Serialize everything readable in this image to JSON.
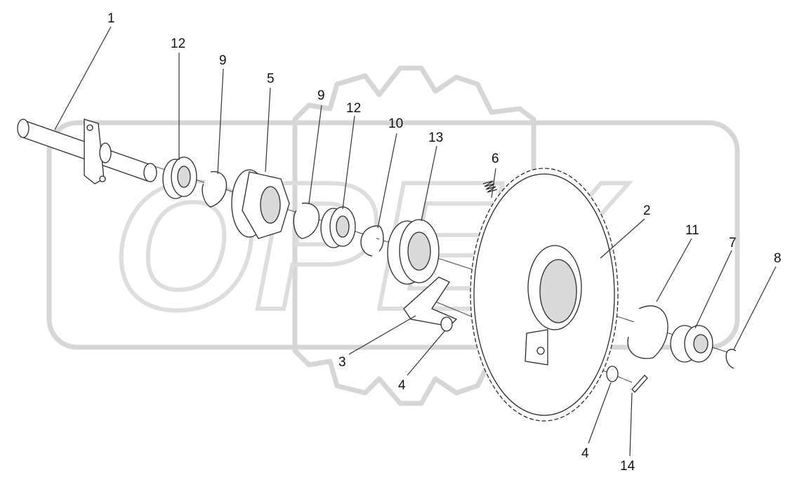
{
  "watermark": {
    "brand_text": "OPEX"
  },
  "callouts": [
    {
      "id": "c1",
      "label": "1"
    },
    {
      "id": "c12a",
      "label": "12"
    },
    {
      "id": "c9a",
      "label": "9"
    },
    {
      "id": "c5",
      "label": "5"
    },
    {
      "id": "c9b",
      "label": "9"
    },
    {
      "id": "c12b",
      "label": "12"
    },
    {
      "id": "c10",
      "label": "10"
    },
    {
      "id": "c13",
      "label": "13"
    },
    {
      "id": "c6",
      "label": "6"
    },
    {
      "id": "c2",
      "label": "2"
    },
    {
      "id": "c11",
      "label": "11"
    },
    {
      "id": "c7",
      "label": "7"
    },
    {
      "id": "c8",
      "label": "8"
    },
    {
      "id": "c3",
      "label": "3"
    },
    {
      "id": "c4a",
      "label": "4"
    },
    {
      "id": "c4b",
      "label": "4"
    },
    {
      "id": "c14",
      "label": "14"
    }
  ],
  "colors": {
    "line": "#2a2a2a",
    "watermark": "#d6d6d6"
  }
}
